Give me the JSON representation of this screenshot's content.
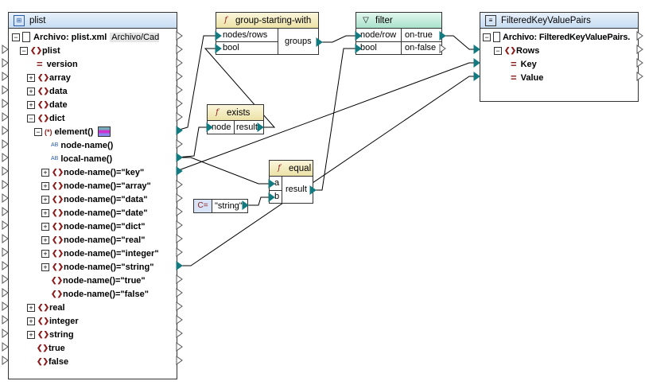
{
  "source": {
    "title": "plist",
    "file_label": "Archivo: plist.xml",
    "file_path": "Archivo/Caden",
    "rows": [
      {
        "label": "plist",
        "type": "el",
        "exp": "-"
      },
      {
        "label": "version",
        "type": "attr"
      },
      {
        "label": "array",
        "type": "el",
        "exp": "+"
      },
      {
        "label": "data",
        "type": "el",
        "exp": "+"
      },
      {
        "label": "date",
        "type": "el",
        "exp": "+"
      },
      {
        "label": "dict",
        "type": "el",
        "exp": "-"
      },
      {
        "label": "element()",
        "type": "wild",
        "exp": "-"
      },
      {
        "label": "node-name()",
        "type": "fn"
      },
      {
        "label": "local-name()",
        "type": "fn"
      },
      {
        "label": "node-name()=\"key\"",
        "type": "el",
        "exp": "+"
      },
      {
        "label": "node-name()=\"array\"",
        "type": "el",
        "exp": "+"
      },
      {
        "label": "node-name()=\"data\"",
        "type": "el",
        "exp": "+"
      },
      {
        "label": "node-name()=\"date\"",
        "type": "el",
        "exp": "+"
      },
      {
        "label": "node-name()=\"dict\"",
        "type": "el",
        "exp": "+"
      },
      {
        "label": "node-name()=\"real\"",
        "type": "el",
        "exp": "+"
      },
      {
        "label": "node-name()=\"integer\"",
        "type": "el",
        "exp": "+"
      },
      {
        "label": "node-name()=\"string\"",
        "type": "el",
        "exp": "+"
      },
      {
        "label": "node-name()=\"true\"",
        "type": "el"
      },
      {
        "label": "node-name()=\"false\"",
        "type": "el"
      },
      {
        "label": "real",
        "type": "el",
        "exp": "+"
      },
      {
        "label": "integer",
        "type": "el",
        "exp": "+"
      },
      {
        "label": "string",
        "type": "el",
        "exp": "+"
      },
      {
        "label": "true",
        "type": "el"
      },
      {
        "label": "false",
        "type": "el"
      }
    ]
  },
  "group_starting_with": {
    "title": "group-starting-with",
    "in1": "nodes/rows",
    "in2": "bool",
    "out": "groups"
  },
  "filter": {
    "title": "filter",
    "in1": "node/row",
    "in2": "bool",
    "out1": "on-true",
    "out2": "on-false"
  },
  "exists": {
    "title": "exists",
    "in": "node",
    "out": "result"
  },
  "equal": {
    "title": "equal",
    "in1": "a",
    "in2": "b",
    "out": "result"
  },
  "constant": {
    "icon": "C=",
    "value": "\"string\""
  },
  "target": {
    "title": "FilteredKeyValuePairs",
    "file_label": "Archivo: FilteredKeyValuePairs.",
    "rows": [
      {
        "label": "Rows"
      },
      {
        "label": "Key"
      },
      {
        "label": "Value"
      }
    ]
  },
  "colors": {
    "port_connected": "#137a7f",
    "element_icon": "#8b1a1a",
    "connector": "#000000"
  }
}
